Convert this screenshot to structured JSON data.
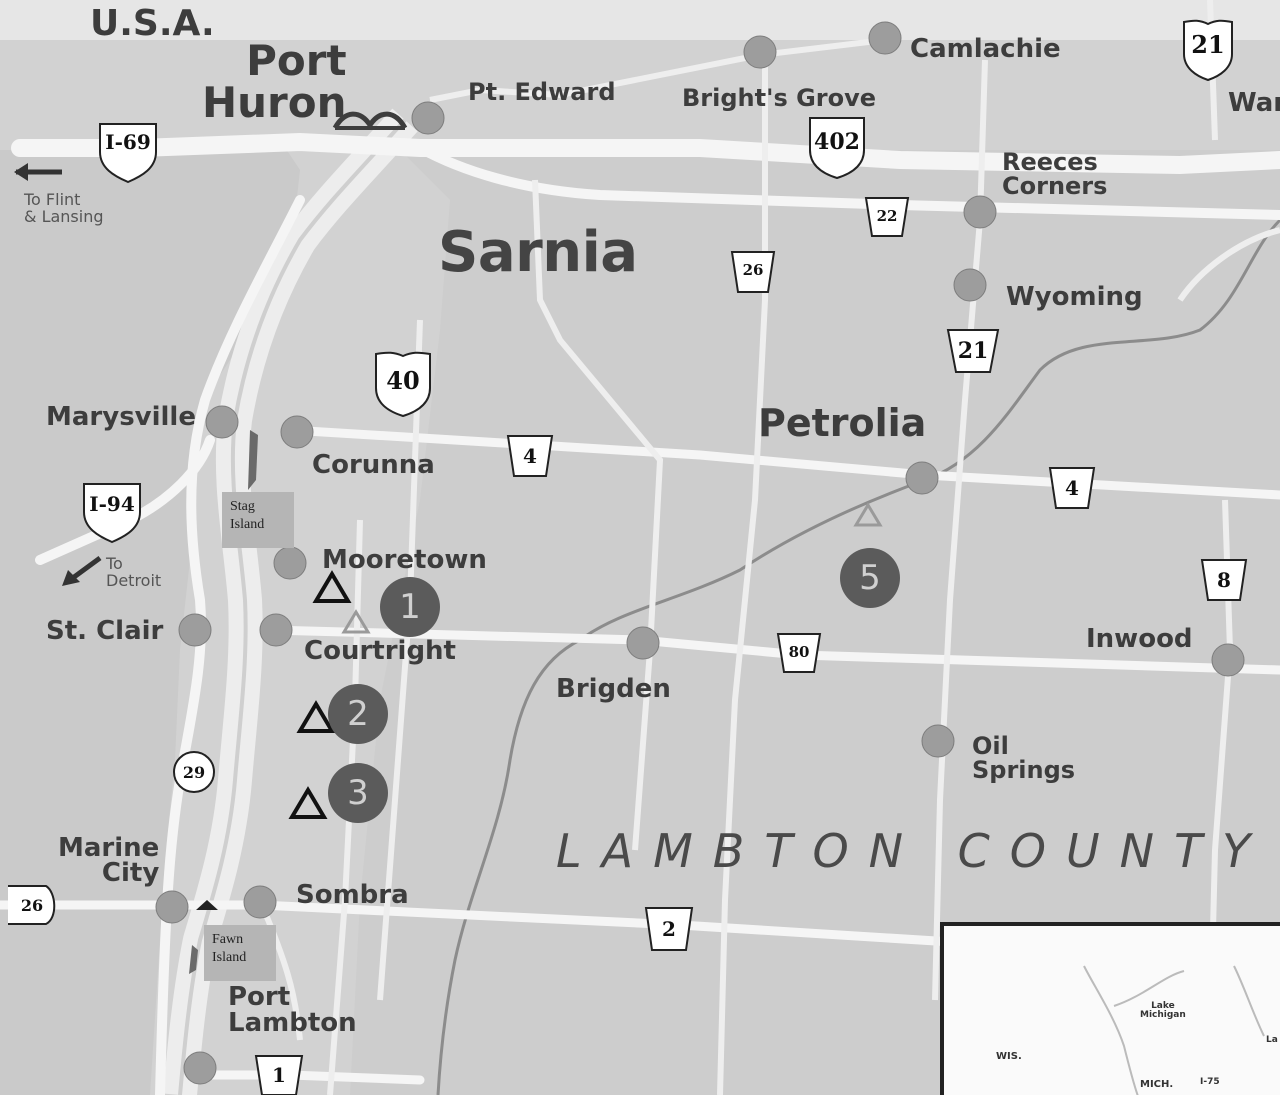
{
  "map": {
    "county_label": "LAMBTON COUNTY",
    "places": {
      "usa": "U.S.A.",
      "port_huron": "Port\nHuron",
      "pt_edward": "Pt. Edward",
      "brights_grove": "Bright's Grove",
      "camlachie": "Camlachie",
      "war": "War",
      "reeces_corners": "Reeces\nCorners",
      "sarnia": "Sarnia",
      "wyoming": "Wyoming",
      "petrolia": "Petrolia",
      "marysville": "Marysville",
      "corunna": "Corunna",
      "mooretown": "Mooretown",
      "st_clair": "St. Clair",
      "courtright": "Courtright",
      "brigden": "Brigden",
      "inwood": "Inwood",
      "oil_springs": "Oil\nSprings",
      "marine_city": "Marine\nCity",
      "sombra": "Sombra",
      "port_lambton": "Port\nLambton"
    },
    "directions": {
      "flint": "To Flint\n& Lansing",
      "detroit": "To\nDetroit"
    },
    "islands": {
      "stag": "Stag\nIsland",
      "fawn": "Fawn\nIsland"
    },
    "routes": {
      "i69": "I-69",
      "i94": "I-94",
      "r402": "402",
      "r21_top": "21",
      "r21_mid": "21",
      "r22": "22",
      "r26_north": "26",
      "r40": "40",
      "r4_west": "4",
      "r4_east": "4",
      "r8": "8",
      "r80": "80",
      "r29": "29",
      "r26_west": "26",
      "r2": "2",
      "r1": "1"
    },
    "markers": [
      "1",
      "2",
      "3",
      "5"
    ],
    "inset": {
      "lake": "Lake\nMichigan",
      "wis": "WIS.",
      "mich": "MICH.",
      "i75": "I-75",
      "la": "La"
    }
  }
}
